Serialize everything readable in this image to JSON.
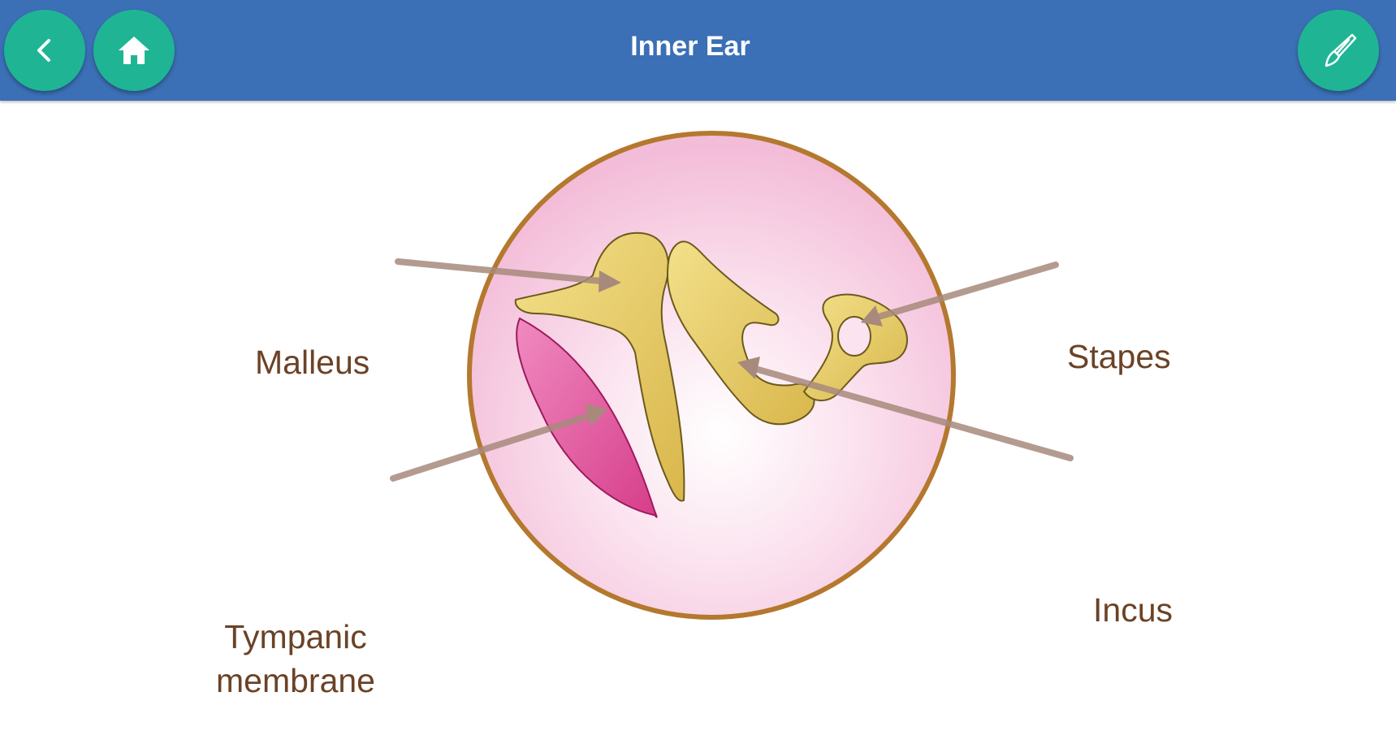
{
  "header": {
    "title": "Inner Ear",
    "back_icon": "chevron-left-icon",
    "home_icon": "home-icon",
    "brush_icon": "paint-brush-icon",
    "bar_color": "#3b6fb6",
    "button_color": "#1fb594"
  },
  "diagram": {
    "labels": {
      "malleus": "Malleus",
      "stapes": "Stapes",
      "incus": "Incus",
      "tympanic_line1": "Tympanic",
      "tympanic_line2": "membrane"
    },
    "colors": {
      "circle_fill": "#f6c9e0",
      "circle_border": "#b4782e",
      "bone": "#e8cf68",
      "membrane": "#e04f9a",
      "label_text": "#6b4226",
      "pointer": "#a88a7c"
    }
  }
}
